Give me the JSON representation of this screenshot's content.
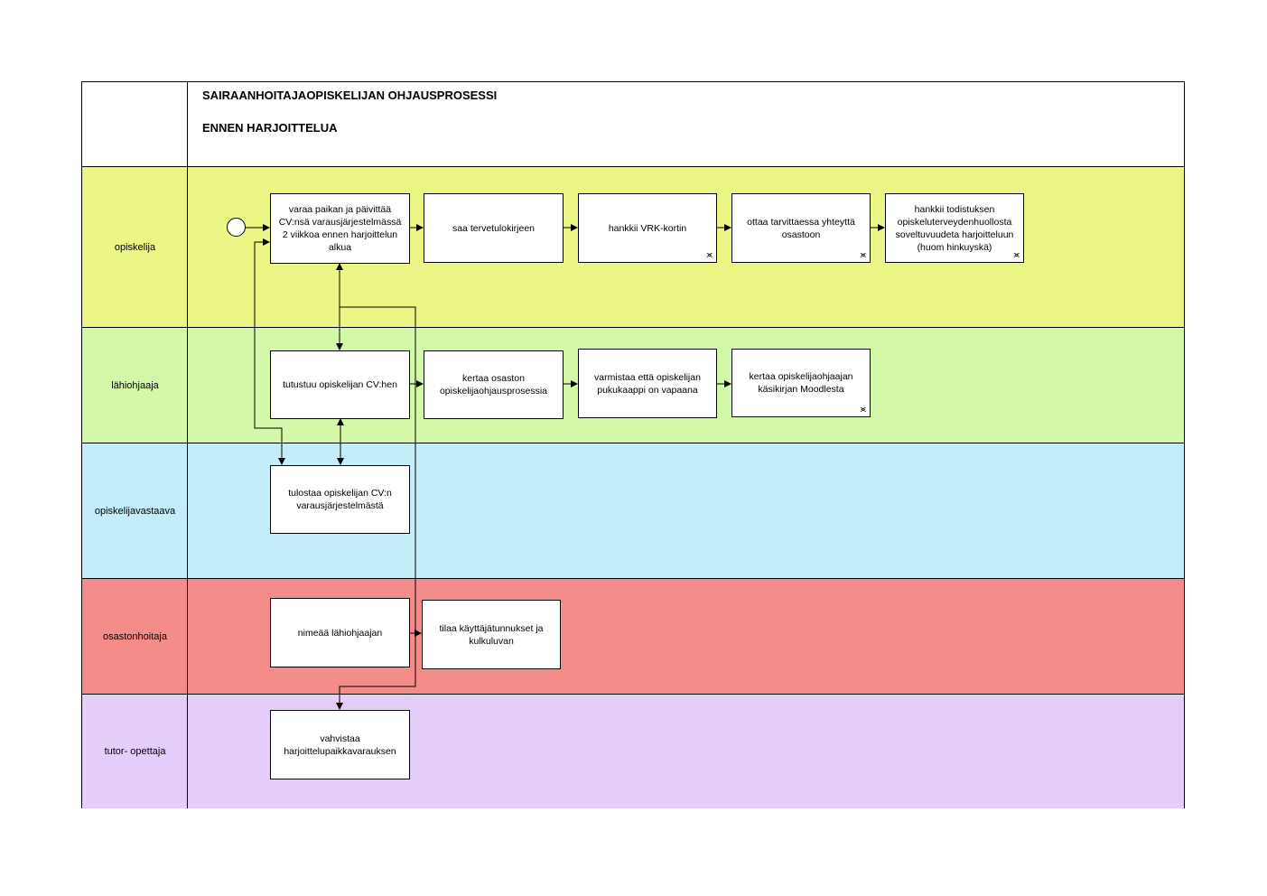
{
  "header": {
    "title": "SAIRAANHOITAJAOPISKELIJAN OHJAUSPROSESSI",
    "subtitle": "ENNEN HARJOITTELUA"
  },
  "lanes": [
    {
      "label": "opiskelija",
      "color": "#ecf684"
    },
    {
      "label": "lähiohjaaja",
      "color": "#d3f8a8"
    },
    {
      "label": "opiskelijavastaava",
      "color": "#c3edf9"
    },
    {
      "label": "osastonhoitaja",
      "color": "#f48c8a"
    },
    {
      "label": "tutor- opettaja",
      "color": "#e5cdfb"
    }
  ],
  "tasks": {
    "t1": "varaa paikan ja päivittää CV:nsä varausjärjestelmässä 2 viikkoa ennen harjoittelun alkua",
    "t2": "saa tervetulokirjeen",
    "t3": "hankkii VRK-kortin",
    "t4": "ottaa tarvittaessa yhteyttä osastoon",
    "t5": "hankkii todistuksen opiskeluterveydenhuollosta soveltuvuudeta harjoitteluun (huom hinkuyskä)",
    "l1": "tutustuu opiskelijan CV:hen",
    "l2": "kertaa osaston opiskelijaohjausprosessia",
    "l3": "varmistaa että opiskelijan pukukaappi on vapaana",
    "l4": "kertaa opiskelijaohjaajan käsikirjan Moodlesta",
    "v1": "tulostaa opiskelijan CV:n varausjärjestelmästä",
    "o1": "nimeää lähiohjaajan",
    "o2": "tilaa käyttäjätunnukset ja kulkuluvan",
    "u1": "vahvistaa harjoittelupaikkavarauksen"
  },
  "subprocess_icon": "subprocess-link-icon"
}
